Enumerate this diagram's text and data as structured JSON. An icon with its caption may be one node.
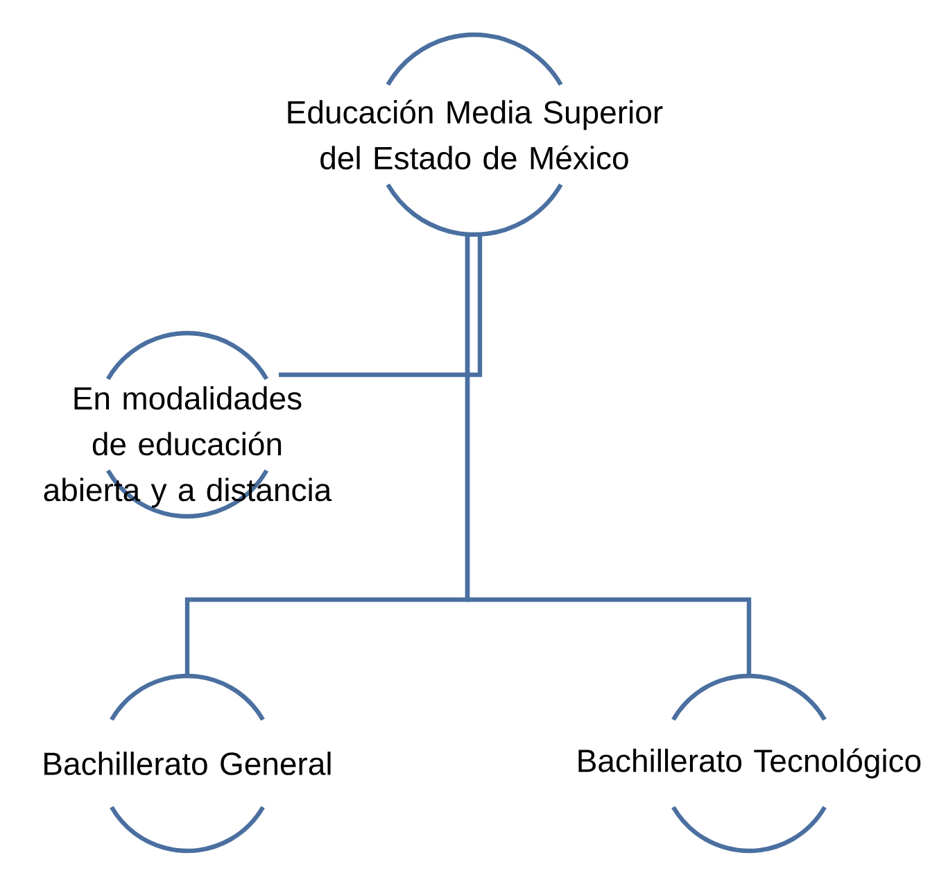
{
  "diagram": {
    "nodes": [
      {
        "text": [
          "Educación Media Superior del Estado de México"
        ]
      },
      {
        "text": [
          "En modalidades de educación abierta y a distancia"
        ]
      },
      {
        "text": [
          "Bachillerato General"
        ]
      },
      {
        "text": [
          "Bachillerato Tecnológico"
        ]
      }
    ],
    "edges": [
      {
        "from": 0,
        "to": 1,
        "arrow": "none"
      },
      {
        "from": 0,
        "to": 2,
        "arrow": "none"
      },
      {
        "from": 0,
        "to": 3,
        "arrow": "none"
      }
    ]
  }
}
